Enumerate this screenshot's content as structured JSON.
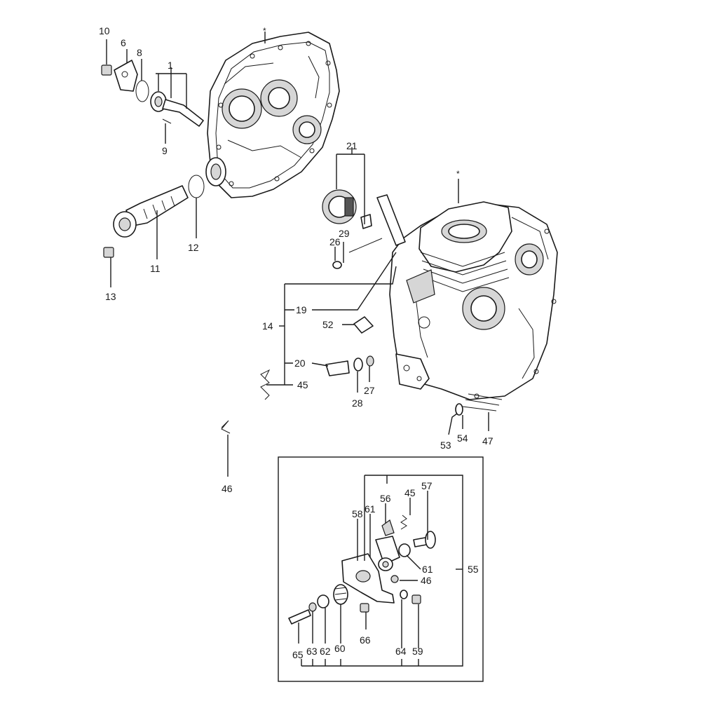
{
  "labels": {
    "p1": "1",
    "p6": "6",
    "p8": "8",
    "p9": "9",
    "p10": "10",
    "p11": "11",
    "p12": "12",
    "p13": "13",
    "p14": "14",
    "p19": "19",
    "p20": "20",
    "p21": "21",
    "p26": "26",
    "p27": "27",
    "p28": "28",
    "p29": "29",
    "p45a": "45",
    "p46a": "46",
    "p47": "47",
    "p52": "52",
    "p53": "53",
    "p54": "54",
    "p55": "55",
    "p56": "56",
    "p57": "57",
    "p58": "58",
    "p45b": "45",
    "p61a": "61",
    "p61b": "61",
    "p46b": "46",
    "p59": "59",
    "p60": "60",
    "p62": "62",
    "p63": "63",
    "p64": "64",
    "p65": "65",
    "p66": "66"
  },
  "markers": {
    "star_cover": "*",
    "star_block": "*"
  }
}
